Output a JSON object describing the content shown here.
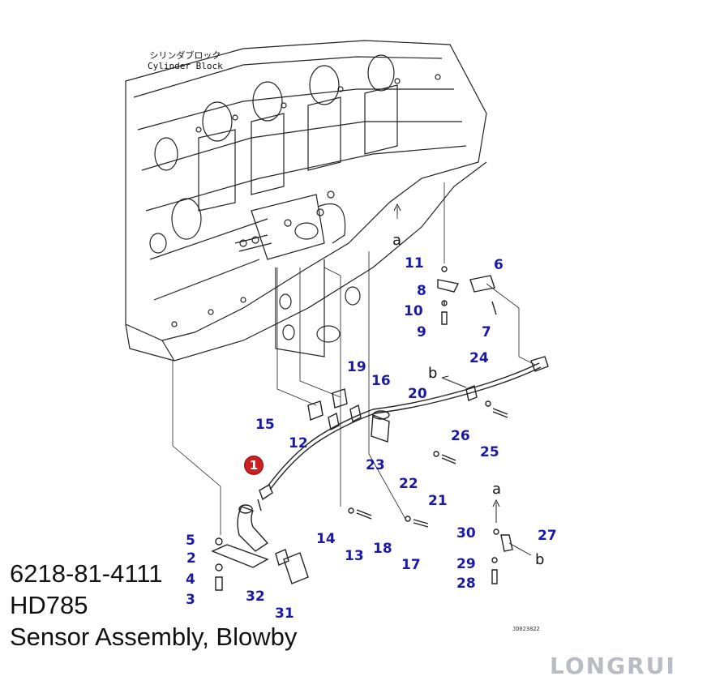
{
  "block_label": {
    "jp": "シリンダブロック",
    "en": "Cylinder Block"
  },
  "title": {
    "part_number": "6218-81-4111",
    "model": "HD785",
    "description": "Sensor Assembly, Blowby"
  },
  "ref_code": "JD023822",
  "logo": "LONGRUI",
  "main_callout": "1",
  "callouts": [
    {
      "num": "2"
    },
    {
      "num": "3"
    },
    {
      "num": "4"
    },
    {
      "num": "5"
    },
    {
      "num": "6"
    },
    {
      "num": "7"
    },
    {
      "num": "8"
    },
    {
      "num": "9"
    },
    {
      "num": "10"
    },
    {
      "num": "11"
    },
    {
      "num": "12"
    },
    {
      "num": "13"
    },
    {
      "num": "14"
    },
    {
      "num": "15"
    },
    {
      "num": "16"
    },
    {
      "num": "17"
    },
    {
      "num": "18"
    },
    {
      "num": "19"
    },
    {
      "num": "20"
    },
    {
      "num": "21"
    },
    {
      "num": "22"
    },
    {
      "num": "23"
    },
    {
      "num": "24"
    },
    {
      "num": "25"
    },
    {
      "num": "26"
    },
    {
      "num": "27"
    },
    {
      "num": "28"
    },
    {
      "num": "29"
    },
    {
      "num": "30"
    },
    {
      "num": "31"
    },
    {
      "num": "32"
    }
  ],
  "view_letters": [
    "a",
    "b"
  ]
}
